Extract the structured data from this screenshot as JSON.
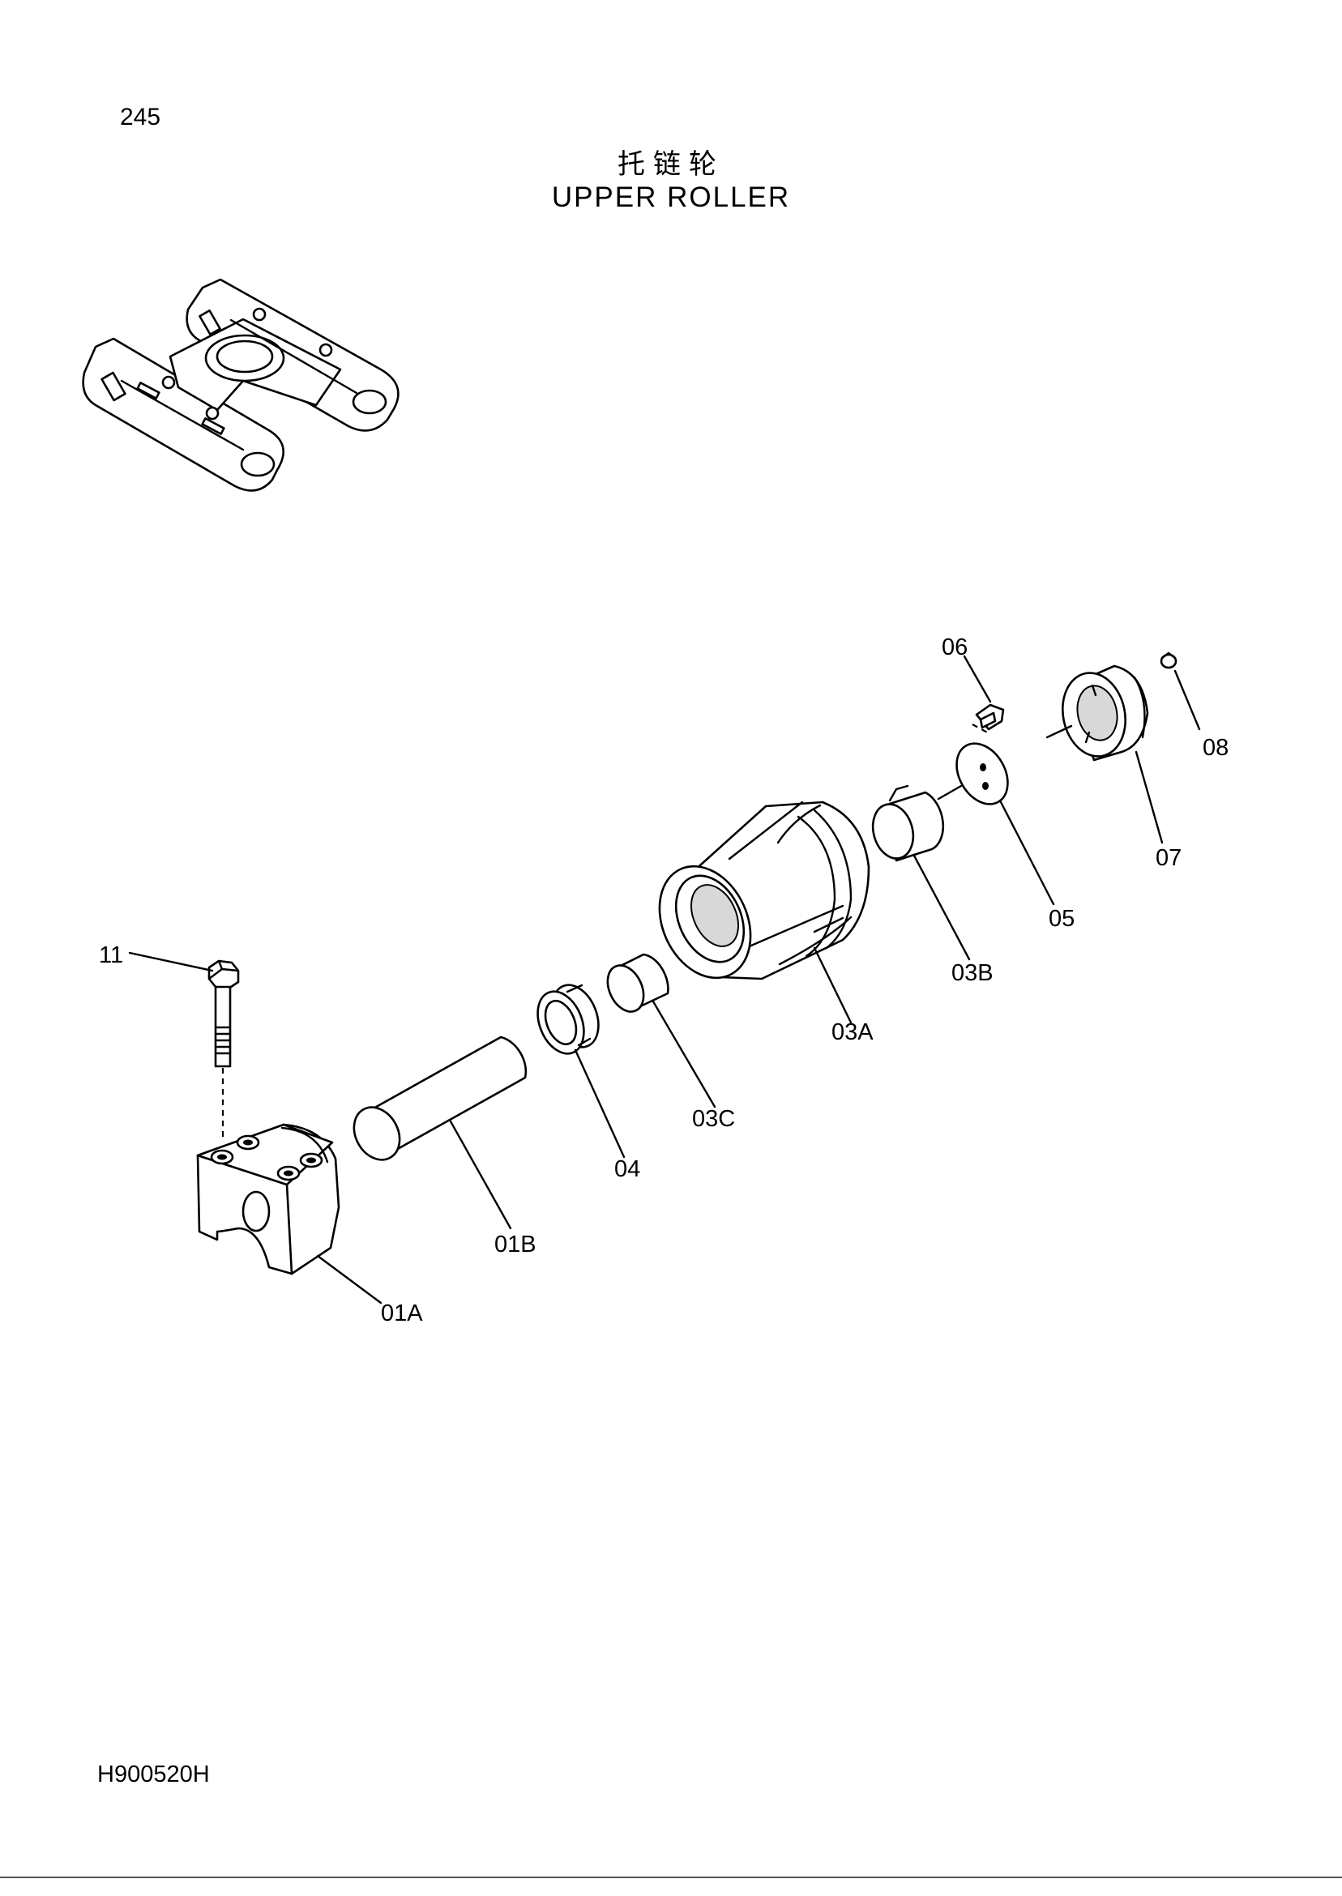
{
  "page": {
    "number": "245",
    "title_cn": "托链轮",
    "title_en": "UPPER ROLLER",
    "code": "H900520H"
  },
  "callouts": [
    "11",
    "01A",
    "01B",
    "04",
    "03C",
    "03A",
    "03B",
    "05",
    "06",
    "07",
    "08"
  ]
}
